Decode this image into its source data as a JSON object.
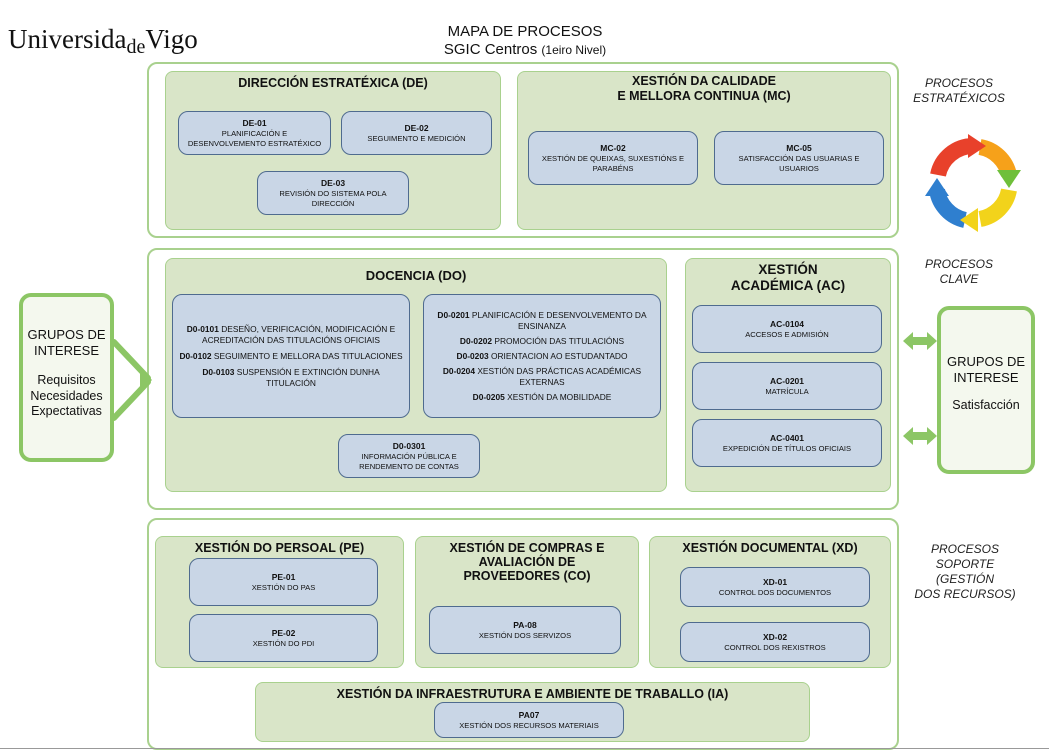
{
  "header": {
    "logo_text": "UniversidadeVigo",
    "title": "MAPA DE PROCESOS",
    "subtitle": "SGIC Centros",
    "subtitle_note": "(1eiro Nivel)"
  },
  "band_labels": {
    "estratexicos": "PROCESOS\nESTRATÉXICOS",
    "clave": "PROCESOS\nCLAVE",
    "soporte": "PROCESOS\nSOPORTE\n(GESTIÓN\nDOS RECURSOS)"
  },
  "groups": {
    "de": {
      "title": "DIRECCIÓN ESTRATÉXICA (DE)",
      "boxes": [
        {
          "code": "DE-01",
          "name": "PLANIFICACIÓN E\nDESENVOLVEMENTO ESTRATÉXICO"
        },
        {
          "code": "DE-02",
          "name": "SEGUIMENTO E MEDICIÓN"
        },
        {
          "code": "DE-03",
          "name": "REVISIÓN DO SISTEMA POLA\nDIRECCIÓN"
        }
      ]
    },
    "mc": {
      "title": "XESTIÓN DA CALIDADE\nE MELLORA CONTINUA (MC)",
      "boxes": [
        {
          "code": "MC-02",
          "name": "XESTIÓN DE QUEIXAS, SUXESTIÓNS E\nPARABÉNS"
        },
        {
          "code": "MC-05",
          "name": "SATISFACCIÓN DAS USUARIAS E\nUSUARIOS"
        }
      ]
    },
    "do": {
      "title": "DOCENCIA (DO)",
      "left_rows": [
        {
          "code": "D0-0101",
          "text": "DESEÑO, VERIFICACIÓN, MODIFICACIÓN E",
          "text2": "ACREDITACIÓN DAS TITULACIÓNS OFICIAIS"
        },
        {
          "code": "D0-0102",
          "text": "SEGUIMENTO E MELLORA DAS TITULACIONES",
          "text2": ""
        },
        {
          "code": "D0-0103",
          "text": "SUSPENSIÓN E EXTINCIÓN DUNHA",
          "text2": "TITULACIÓN"
        }
      ],
      "right_rows": [
        {
          "code": "D0-0201",
          "text": "PLANIFICACIÓN E DESENVOLVEMENTO DA",
          "text2": "ENSINANZA"
        },
        {
          "code": "D0-0202",
          "text": "PROMOCIÓN DAS TITULACIÓNS",
          "text2": ""
        },
        {
          "code": "D0-0203",
          "text": "ORIENTACION AO ESTUDANTADO",
          "text2": ""
        },
        {
          "code": "D0-0204",
          "text": "XESTIÓN DAS PRÁCTICAS ACADÉMICAS",
          "text2": "EXTERNAS"
        },
        {
          "code": "D0-0205",
          "text": "XESTIÓN DA MOBILIDADE",
          "text2": ""
        }
      ],
      "bottom_box": {
        "code": "D0-0301",
        "name": "INFORMACIÓN PÚBLICA E\nRENDEMENTO DE CONTAS"
      }
    },
    "ac": {
      "title": "XESTIÓN\nACADÉMICA (AC)",
      "boxes": [
        {
          "code": "AC-0104",
          "name": "ACCESOS E ADMISIÓN"
        },
        {
          "code": "AC-0201",
          "name": "MATRÍCULA"
        },
        {
          "code": "AC-0401",
          "name": "EXPEDICIÓN DE TÍTULOS OFICIAIS"
        }
      ]
    },
    "pe": {
      "title": "XESTIÓN DO PERSOAL (PE)",
      "boxes": [
        {
          "code": "PE-01",
          "name": "XESTIÓN DO PAS"
        },
        {
          "code": "PE-02",
          "name": "XESTIÓN DO PDI"
        }
      ]
    },
    "co": {
      "title": "XESTIÓN DE COMPRAS E\nAVALIACIÓN DE\nPROVEEDORES (CO)",
      "boxes": [
        {
          "code": "PA-08",
          "name": "XESTIÓN DOS SERVIZOS"
        }
      ]
    },
    "xd": {
      "title": "XESTIÓN DOCUMENTAL (XD)",
      "boxes": [
        {
          "code": "XD-01",
          "name": "CONTROL DOS DOCUMENTOS"
        },
        {
          "code": "XD-02",
          "name": "CONTROL DOS REXISTROS"
        }
      ]
    },
    "ia": {
      "title": "XESTIÓN DA INFRAESTRUTURA E AMBIENTE DE TRABALLO (IA)",
      "boxes": [
        {
          "code": "PA07",
          "name": "XESTIÓN DOS RECURSOS MATERIAIS"
        }
      ]
    }
  },
  "left_stakeholders": {
    "title": "GRUPOS DE\nINTERESE",
    "items": [
      "Requisitos",
      "Necesidades",
      "Expectativas"
    ]
  },
  "right_stakeholders": {
    "title": "GRUPOS DE\nINTERESE",
    "items": [
      "Satisfacción"
    ]
  },
  "colors": {
    "band_border": "#a9d18e",
    "group_fill": "#d9e5c8",
    "box_fill": "#c9d6e6",
    "arrow_green": "#8cc665",
    "cycle": [
      "#e8412b",
      "#f6a11a",
      "#f2d31b",
      "#6fbf3a",
      "#2f7fcf"
    ]
  },
  "icons": {
    "cycle": "cycle-arrows-icon",
    "double_arrow": "double-arrow-icon"
  }
}
